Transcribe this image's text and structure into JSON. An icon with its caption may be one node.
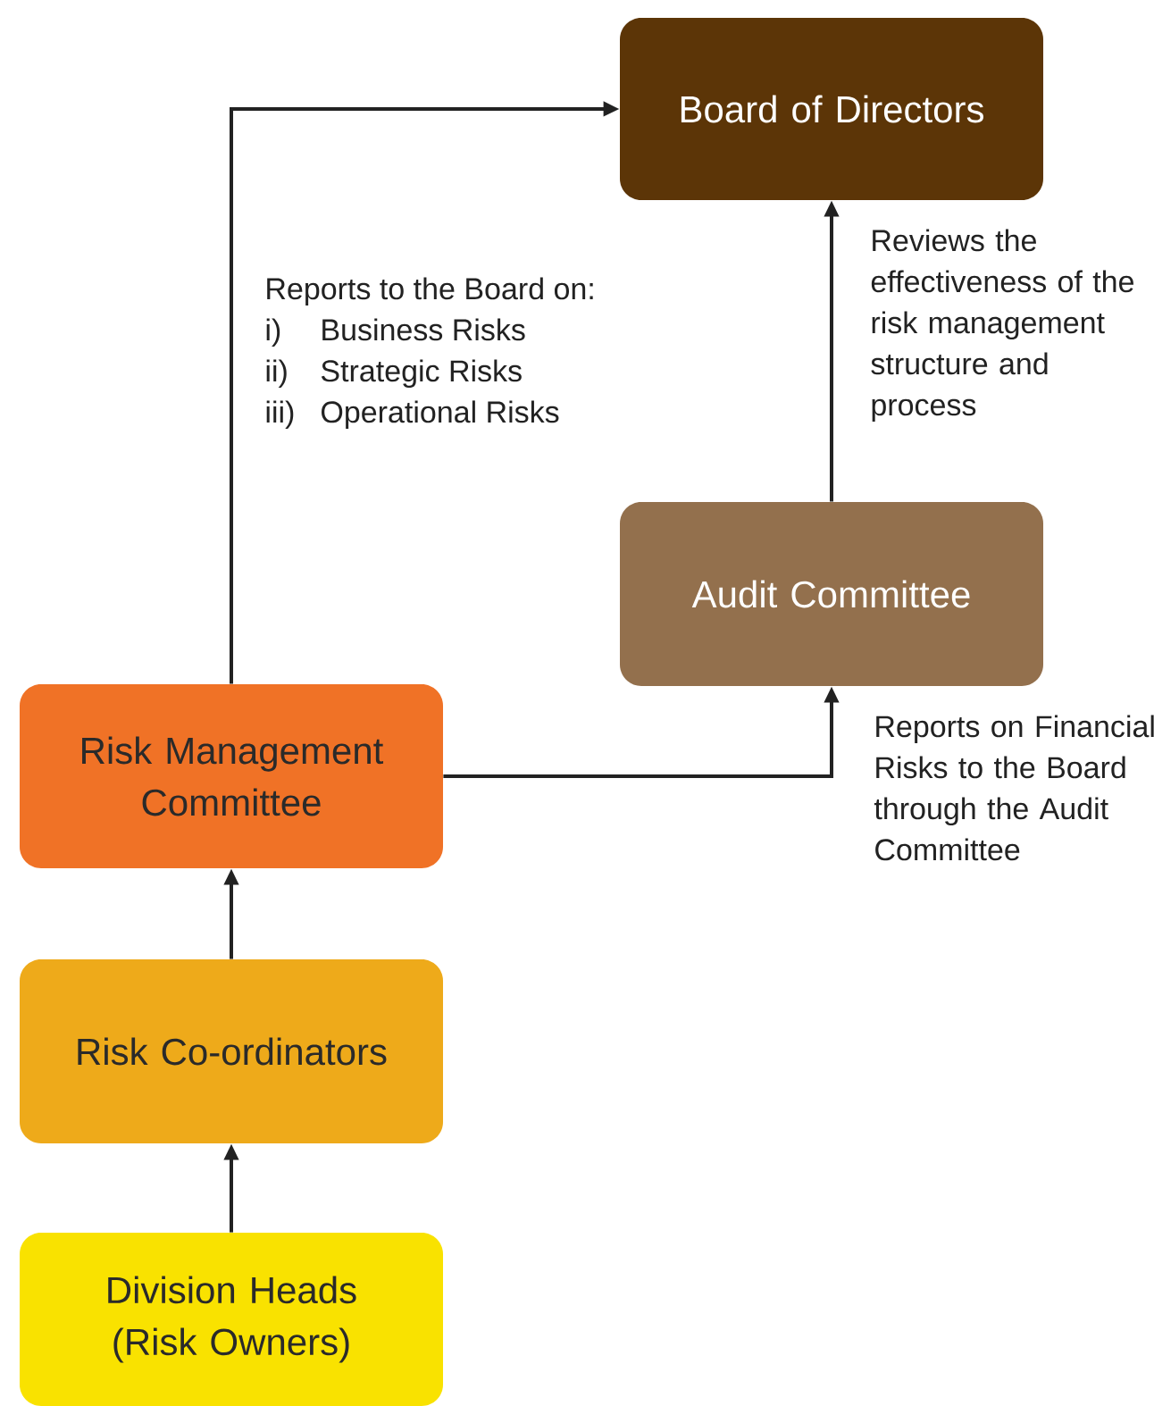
{
  "diagram": {
    "nodes": [
      {
        "text": [
          "Board of Directors"
        ]
      },
      {
        "text": [
          "Audit Committee"
        ]
      },
      {
        "text": [
          "Risk Management Committee"
        ]
      },
      {
        "text": [
          "Risk Co-ordinators"
        ]
      },
      {
        "text": [
          "Division Heads (Risk Owners)"
        ]
      }
    ],
    "edges": [
      {
        "from": 4,
        "to": 3,
        "arrow": "to"
      },
      {
        "from": 3,
        "to": 2,
        "arrow": "to"
      },
      {
        "from": 2,
        "to": 0,
        "arrow": "to"
      },
      {
        "from": 2,
        "to": 1,
        "arrow": "to",
        "label": "Reports on Financial Risks to the Board through the Audit Committee"
      },
      {
        "from": 1,
        "to": 0,
        "arrow": "to",
        "label": "Reviews the effectiveness of the risk management structure and process"
      }
    ],
    "labels": [
      "Reports to the Board on:",
      "i)",
      "Business Risks",
      "ii)",
      "Strategic Risks",
      "iii)",
      "Operational Risks"
    ]
  }
}
